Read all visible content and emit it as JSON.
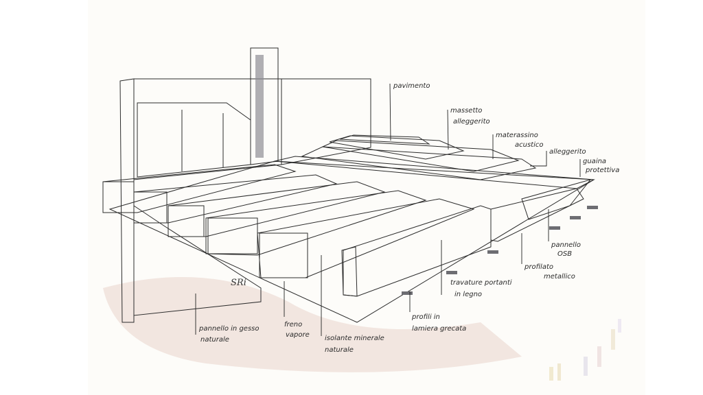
{
  "title": "Floor / wall construction section sketch",
  "colors": {
    "paper": "#fdfcf9",
    "wall_wash": "#ecd9d2",
    "timber": "#e6dcb4",
    "timber_shade": "#d8c89a",
    "insulation": "#d9d3ae",
    "metal": "#b8b8bc",
    "screed": "#e8d6c8",
    "floor_finish": "#8f9096"
  },
  "labels": {
    "pavimento": "pavimento",
    "massetto_1": "massetto",
    "massetto_2": "alleggerito",
    "materassino_1": "materassino",
    "materassino_2": "acustico",
    "alleggerito": "alleggerito",
    "guaina_1": "guaina",
    "guaina_2": "protettiva",
    "osb_1": "pannello",
    "osb_2": "OSB",
    "profilato_1": "profilato",
    "profilato_2": "metallico",
    "travature_1": "travature portanti",
    "travature_2": "in legno",
    "lamiera_1": "profili in",
    "lamiera_2": "lamiera grecata",
    "isolante_1": "isolante minerale",
    "isolante_2": "naturale",
    "freno_1": "freno",
    "freno_2": "vapore",
    "gesso_1": "pannello in gesso",
    "gesso_2": "naturale"
  },
  "signature": "SRi"
}
